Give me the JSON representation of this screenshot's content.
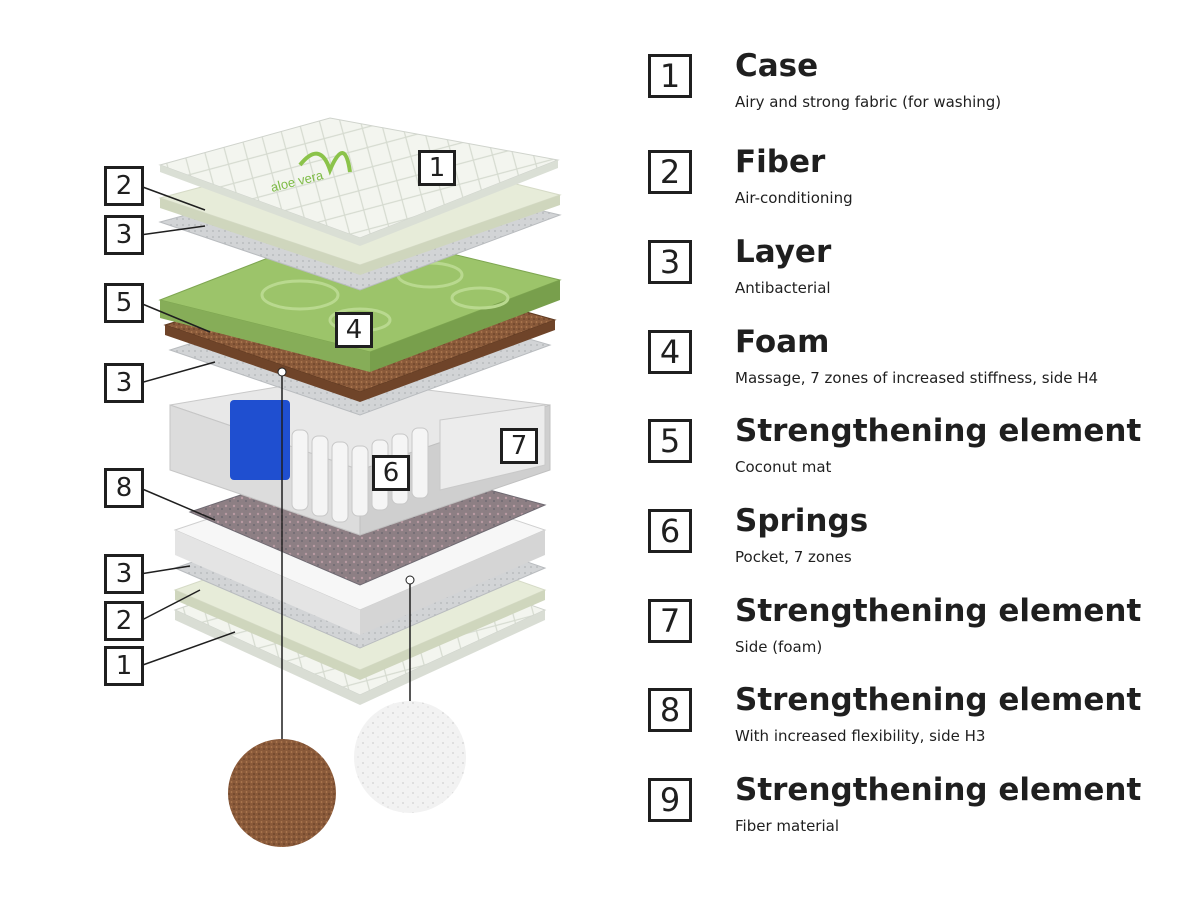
{
  "legend": [
    {
      "number": "1",
      "title": "Case",
      "description": "Airy and strong fabric (for washing)"
    },
    {
      "number": "2",
      "title": "Fiber",
      "description": "Air-conditioning"
    },
    {
      "number": "3",
      "title": "Layer",
      "description": "Antibacterial"
    },
    {
      "number": "4",
      "title": "Foam",
      "description": "Massage, 7 zones of increased stiffness, side H4"
    },
    {
      "number": "5",
      "title": "Strengthening element",
      "description": "Coconut mat"
    },
    {
      "number": "6",
      "title": "Springs",
      "description": "Pocket, 7 zones"
    },
    {
      "number": "7",
      "title": "Strengthening element",
      "description": "Side (foam)"
    },
    {
      "number": "8",
      "title": "Strengthening element",
      "description": "With increased flexibility, side H3"
    },
    {
      "number": "9",
      "title": "Strengthening element",
      "description": "Fiber material"
    }
  ],
  "diagram": {
    "case_print": "aloe vera",
    "callouts": [
      "2",
      "3",
      "5",
      "3",
      "8",
      "3",
      "2",
      "1"
    ],
    "inline_labels": [
      "1",
      "4",
      "6",
      "7"
    ]
  },
  "colors": {
    "foam_green": "#9cc46a",
    "coconut_brown": "#8a5a3a",
    "spring_blue": "#1f4fd0",
    "border": "#1f1f1f"
  }
}
